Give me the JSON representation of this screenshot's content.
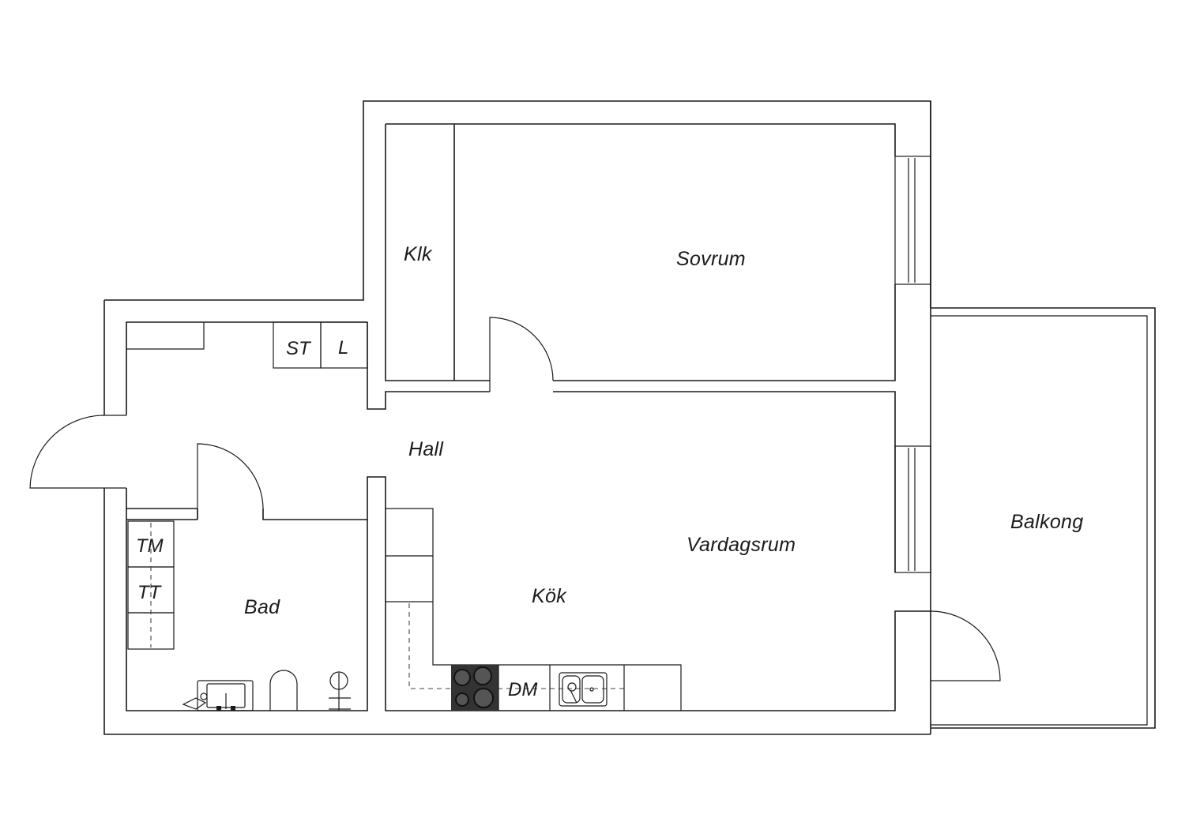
{
  "rooms": {
    "klk": "Klk",
    "sovrum": "Sovrum",
    "hall": "Hall",
    "balkong": "Balkong",
    "vardagsrum": "Vardagsrum",
    "kok": "Kök",
    "bad": "Bad"
  },
  "fixtures": {
    "st": "ST",
    "l": "L",
    "tm": "TM",
    "tt": "TT",
    "dm": "DM"
  }
}
